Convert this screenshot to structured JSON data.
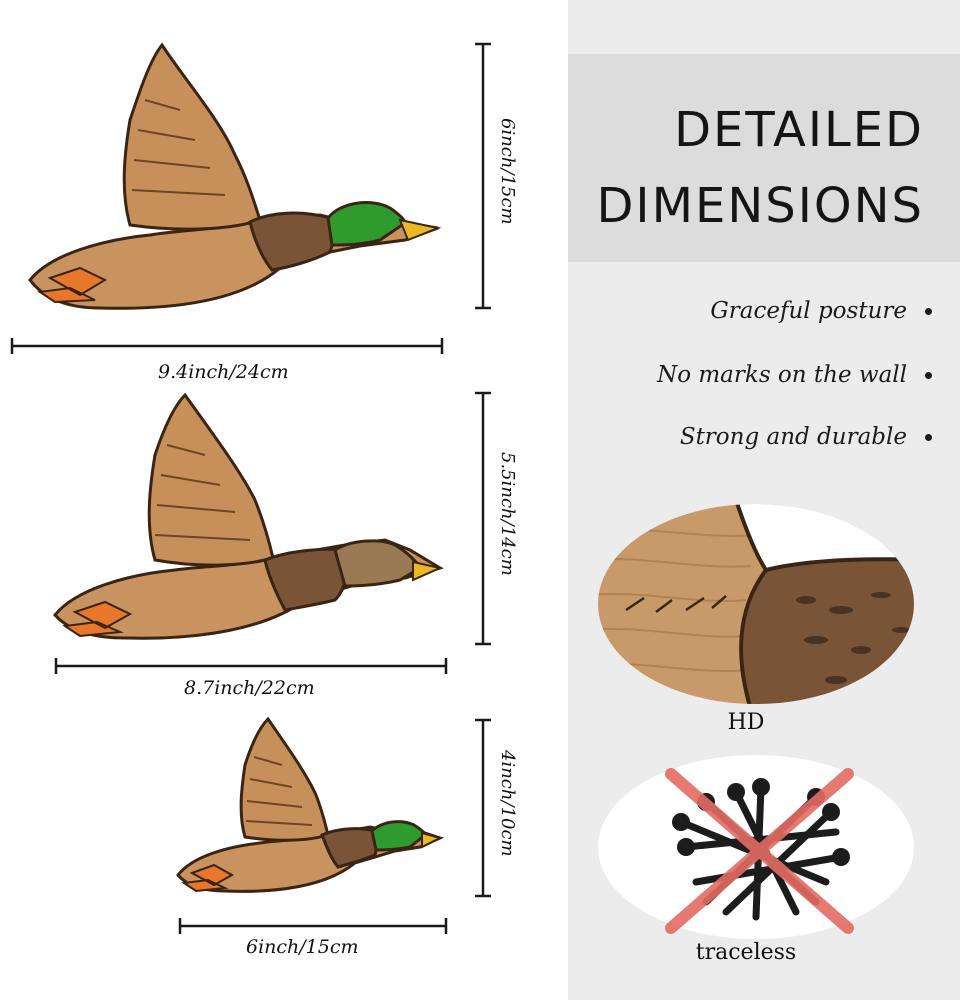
{
  "title": {
    "line1": "DETAILED",
    "line2": "DIMENSIONS"
  },
  "features": [
    "Graceful posture",
    "No marks on the wall",
    "Strong and durable"
  ],
  "captions": {
    "hd": "HD",
    "traceless": "traceless"
  },
  "sizes": [
    {
      "width_label": "9.4inch/24cm",
      "height_label": "6inch/15cm",
      "variant": "mallard-green-head"
    },
    {
      "width_label": "8.7inch/22cm",
      "height_label": "5.5inch/14cm",
      "variant": "brown-head"
    },
    {
      "width_label": "6inch/15cm",
      "height_label": "4inch/10cm",
      "variant": "mallard-green-head"
    }
  ],
  "colors": {
    "wood": "#c8935f",
    "wood_dark": "#8e5b33",
    "outline": "#3a2414",
    "neck_brown": "#7a5436",
    "head_green": "#2f9a2e",
    "beak_yellow": "#e9b824",
    "feet_orange": "#e9772b",
    "cross_red": "#e46b63"
  }
}
